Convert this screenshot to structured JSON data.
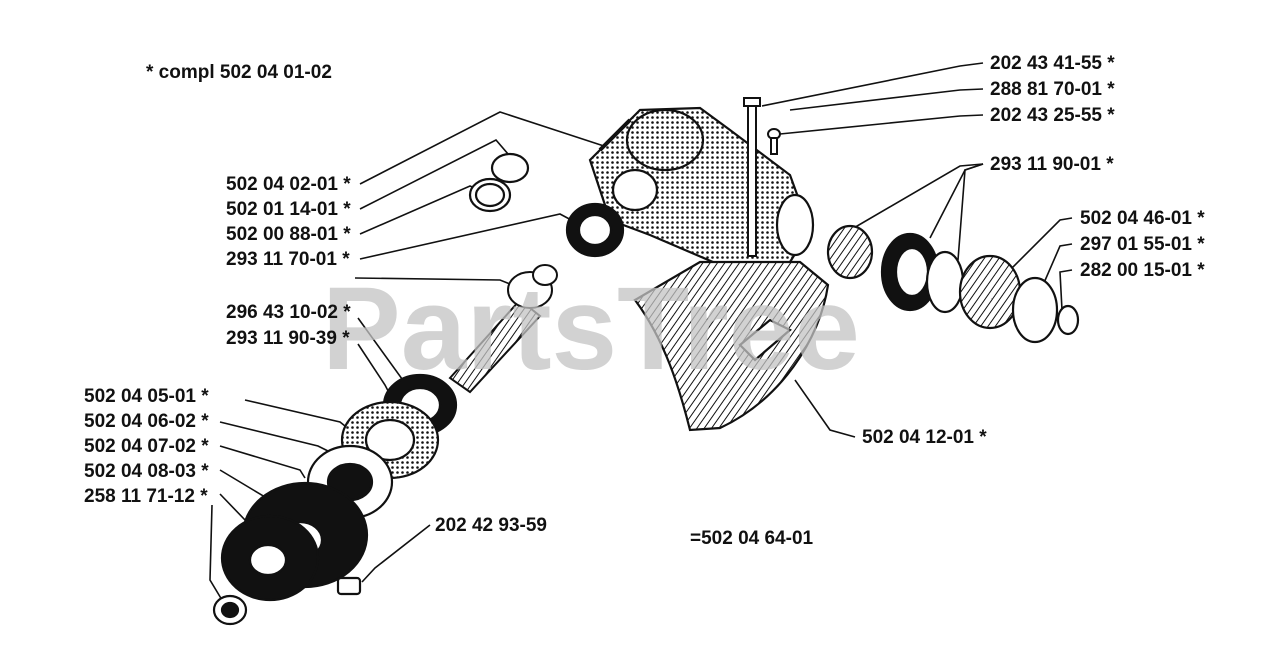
{
  "note": "*  compl 502 04 01-02",
  "watermark": "PartsTree",
  "footer_label": "=502 04 64-01",
  "colors": {
    "ink": "#111111",
    "watermark": "#c4c4c4"
  },
  "callouts": [
    {
      "id": "c1",
      "text": "202 43 41-55  *"
    },
    {
      "id": "c2",
      "text": "288 81 70-01  *"
    },
    {
      "id": "c3",
      "text": "202 43 25-55  *"
    },
    {
      "id": "c4",
      "text": "293 11 90-01  *"
    },
    {
      "id": "c5",
      "text": "502 04 46-01  *"
    },
    {
      "id": "c6",
      "text": "297 01 55-01  *"
    },
    {
      "id": "c7",
      "text": "282 00 15-01  *"
    },
    {
      "id": "c8",
      "text": "502 04 02-01  *"
    },
    {
      "id": "c9",
      "text": "502 01 14-01  *"
    },
    {
      "id": "c10",
      "text": "502 00 88-01  *"
    },
    {
      "id": "c11",
      "text": "293 11 70-01  *"
    },
    {
      "id": "c12",
      "text": "296 43 10-02  *"
    },
    {
      "id": "c13",
      "text": "293 11 90-39  *"
    },
    {
      "id": "c14",
      "text": "502 04 05-01  *"
    },
    {
      "id": "c15",
      "text": "502 04 06-02  *"
    },
    {
      "id": "c16",
      "text": "502 04 07-02  *"
    },
    {
      "id": "c17",
      "text": "502 04 08-03  *"
    },
    {
      "id": "c18",
      "text": "258 11 71-12  *"
    },
    {
      "id": "c19",
      "text": "202 42 93-59"
    },
    {
      "id": "c20",
      "text": "502 04 12-01  *"
    }
  ]
}
